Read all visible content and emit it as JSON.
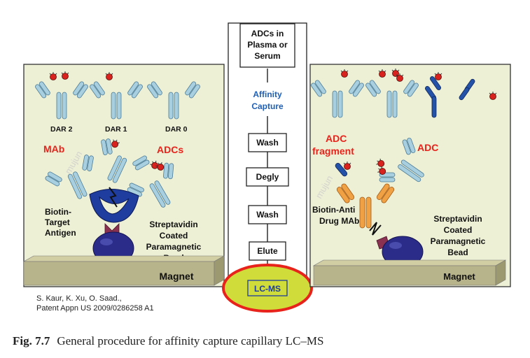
{
  "flow": {
    "input": [
      "ADCs in",
      "Plasma or",
      "Serum"
    ],
    "affinity": [
      "Affinity",
      "Capture"
    ],
    "steps": [
      "Wash",
      "Degly",
      "Wash",
      "Elute"
    ],
    "output": "LC-MS"
  },
  "left_panel": {
    "dar_labels": [
      "DAR 2",
      "DAR 1",
      "DAR 0"
    ],
    "mab_label": "MAb",
    "adcs_label": "ADCs",
    "antigen_label": [
      "Biotin-",
      "Target",
      "Antigen"
    ],
    "bead_label": [
      "Streptavidin",
      "Coated",
      "Paramagnetic",
      "Bead"
    ],
    "magnet_label": "Magnet"
  },
  "right_panel": {
    "fragment_label": [
      "ADC",
      "fragment"
    ],
    "adc_label": "ADC",
    "antidrug_label": [
      "Biotin-Anti",
      "Drug MAb"
    ],
    "bead_label": [
      "Streptavidin",
      "Coated",
      "Paramagnetic",
      "Bead"
    ],
    "magnet_label": "Magnet"
  },
  "watermark": "mujun",
  "citation": [
    "S. Kaur, K. Xu, O. Saad.,",
    "Patent Appn US 2009/0286258 A1"
  ],
  "caption": {
    "label": "Fig. 7.7",
    "text": "General procedure for affinity capture capillary LC–MS"
  },
  "colors": {
    "panel": "#eef0d6",
    "magnet": "#b7b38a",
    "antibody": "#a8cfe0",
    "drug": "#d8221e",
    "bead": "#2b2c8a",
    "accent_red": "#e8231b",
    "accent_blue": "#1f5fb5",
    "output_fill": "#cfdc3a"
  }
}
